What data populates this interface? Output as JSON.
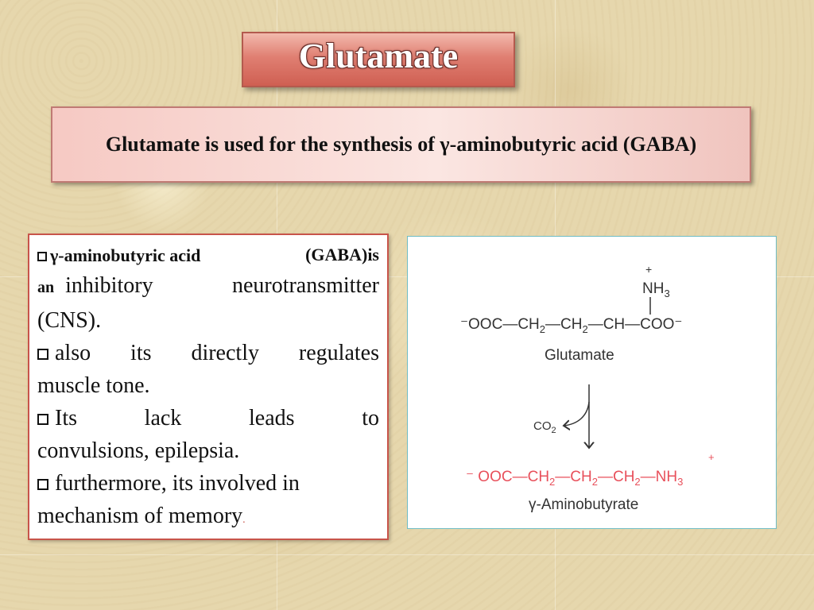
{
  "title": "Glutamate",
  "subtitle": "Glutamate is used for the synthesis of γ-aminobutyric acid (GABA)",
  "bullets": {
    "b1_bold": "γ-aminobutyric acid (GABA)is an",
    "b1_bold_a": "γ-aminobutyric acid",
    "b1_bold_b": "(GABA)is",
    "b1_bold_c": "an",
    "b1_rest_a": "inhibitory",
    "b1_rest_b": "neurotransmitter",
    "b1_rest_c": "(CNS).",
    "b2_a": "also",
    "b2_b": "its",
    "b2_c": "directly",
    "b2_d": "regulates",
    "b2_e": "muscle tone.",
    "b3_a": "Its",
    "b3_b": "lack",
    "b3_c": "leads",
    "b3_d": "to",
    "b3_e": "convulsions, epilepsia.",
    "b4_a": "furthermore, its involved in",
    "b4_b": "mechanism of memory",
    "b4_c": "."
  },
  "figure": {
    "top_charge": "+",
    "nh3": "NH",
    "nh3_sub": "3",
    "glutamate_formula": [
      "⁻OOC",
      "CH",
      "2",
      "CH",
      "2",
      "CH",
      "COO⁻"
    ],
    "glutamate_label": "Glutamate",
    "co2": "CO",
    "co2_sub": "2",
    "gaba_formula": [
      "⁻ OOC",
      "CH",
      "2",
      "CH",
      "2",
      "CH",
      "2",
      "NH",
      "3"
    ],
    "gaba_charge": "+",
    "gaba_label": "γ-Aminobutyrate",
    "colors": {
      "black": "#333333",
      "red": "#e8505b"
    }
  }
}
